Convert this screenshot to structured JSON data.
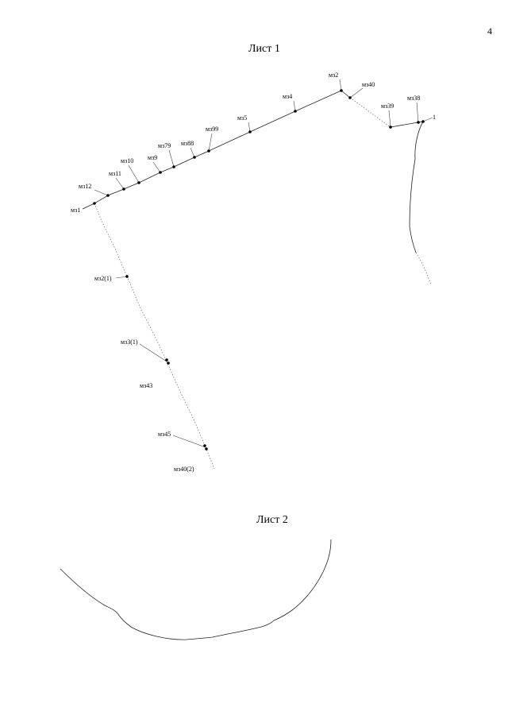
{
  "page_number": "4",
  "sheet1": {
    "title": "Лист 1",
    "points": [
      {
        "id": "mz2",
        "label": "мз2"
      },
      {
        "id": "mz40",
        "label": "мз40"
      },
      {
        "id": "mz4",
        "label": "мз4"
      },
      {
        "id": "mz38",
        "label": "мз38"
      },
      {
        "id": "mz39",
        "label": "мз39"
      },
      {
        "id": "p1",
        "label": "1"
      },
      {
        "id": "mz5",
        "label": "мз5"
      },
      {
        "id": "mz99",
        "label": "мз99"
      },
      {
        "id": "mz88",
        "label": "мз88"
      },
      {
        "id": "mz79",
        "label": "мз79"
      },
      {
        "id": "mz9",
        "label": "мз9"
      },
      {
        "id": "mz10",
        "label": "мз10"
      },
      {
        "id": "mz11",
        "label": "мз11"
      },
      {
        "id": "mz12",
        "label": "мз12"
      },
      {
        "id": "mz1",
        "label": "мз1"
      },
      {
        "id": "mz2_1",
        "label": "мз2(1)"
      },
      {
        "id": "mz3_1",
        "label": "мз3(1)"
      },
      {
        "id": "mz43",
        "label": "мз43"
      },
      {
        "id": "mz45",
        "label": "мз45"
      },
      {
        "id": "mz40_2",
        "label": "мз40(2)"
      }
    ]
  },
  "sheet2": {
    "title": "Лист 2"
  }
}
